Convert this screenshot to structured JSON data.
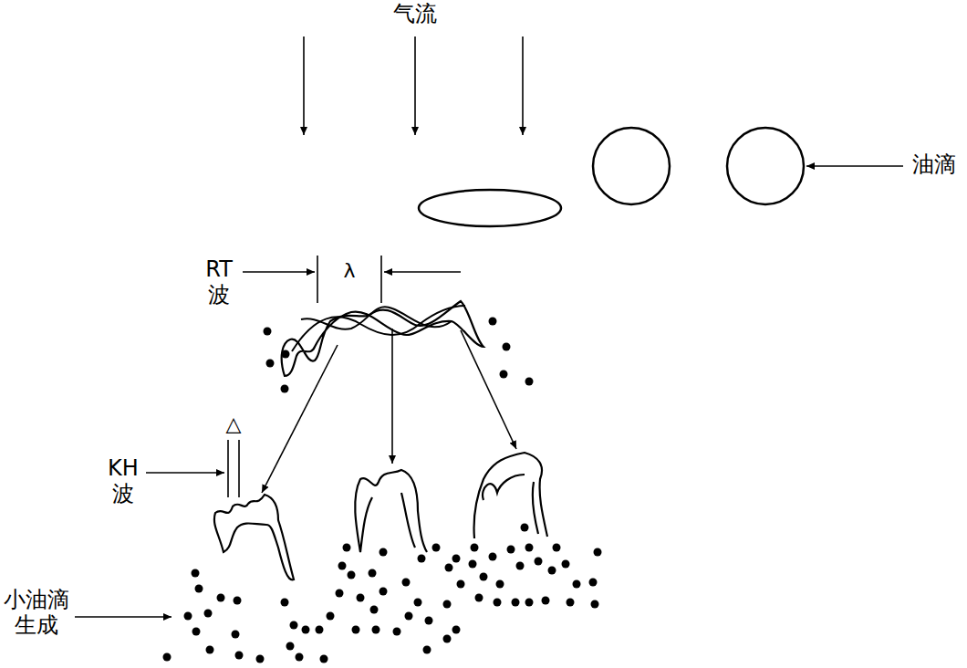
{
  "diagram": {
    "labels": [
      "气流",
      "油滴",
      "RT 波",
      "λ",
      "KH 波",
      "△",
      "小油滴 生成"
    ]
  }
}
